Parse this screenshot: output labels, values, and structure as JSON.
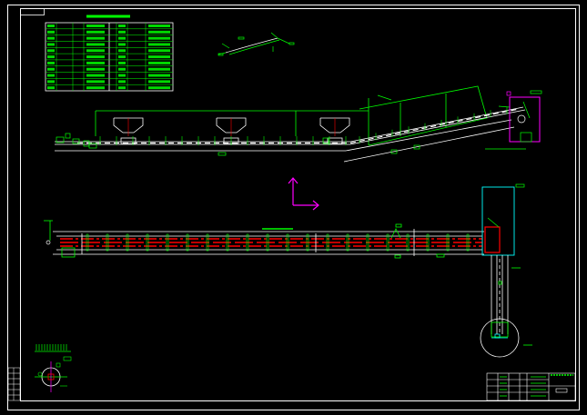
{
  "drawing": {
    "type": "belt-conveyor-assembly",
    "views": [
      "elevation-view",
      "plan-view",
      "detail-view"
    ],
    "colors": {
      "background": "#000000",
      "frame": "#ffffff",
      "structure": "#00ff00",
      "belt_centerline": "#ff0000",
      "accent": "#ff00ff",
      "drive_box": "#00ffff",
      "annotation": "#ffff00"
    },
    "coordinate_axis": {
      "icon": "ucs-icon",
      "color": "#ff00ff"
    },
    "notes_table": {
      "rows": 11,
      "columns": 2
    },
    "hoppers": {
      "count": 3
    },
    "title_block": {
      "columns": 6,
      "rows": 4
    }
  }
}
